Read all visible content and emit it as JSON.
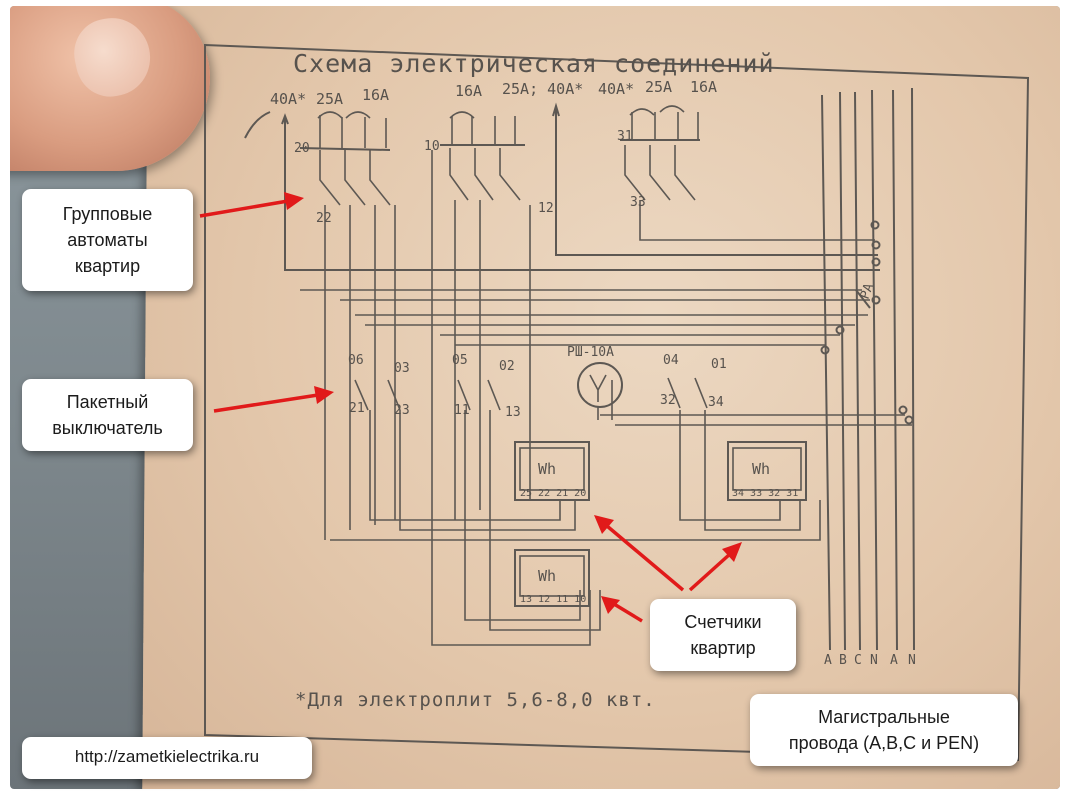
{
  "diagram": {
    "title": "Схема электрическая соединений",
    "footnote": "*Для электроплит 5,6-8,0 квт.",
    "rating_groups": [
      "40А*",
      "25А",
      "16А",
      "16А",
      "25А; 40А*",
      "40А*",
      "25А",
      "16А"
    ],
    "node_labels": [
      "20",
      "22",
      "10",
      "12",
      "31",
      "33",
      "06",
      "03",
      "21",
      "23",
      "05",
      "02",
      "11",
      "13",
      "04",
      "01",
      "32",
      "34"
    ],
    "distribution_label": "РШ-10А",
    "relay_label": "РА",
    "meters": [
      {
        "symbol": "Wh",
        "terminals": "25 22 21 20"
      },
      {
        "symbol": "Wh",
        "terminals": "34 33 32 31"
      },
      {
        "symbol": "Wh",
        "terminals": "13 12 11 10"
      }
    ],
    "bus_labels": [
      "A",
      "B",
      "C",
      "N",
      "A",
      "N"
    ]
  },
  "callouts": {
    "group_breakers": [
      "Групповые",
      "автоматы",
      "квартир"
    ],
    "packet_switch": [
      "Пакетный",
      "выключатель"
    ],
    "meters": [
      "Счетчики",
      "квартир"
    ],
    "mains": [
      "Магистральные",
      "провода (A,B,C и PEN)"
    ],
    "website": "http://zametkielectrika.ru"
  },
  "colors": {
    "paper": "#e3c7ab",
    "ink": "#5d5853",
    "arrow": "#e11a1a",
    "callout_bg": "#ffffff"
  }
}
